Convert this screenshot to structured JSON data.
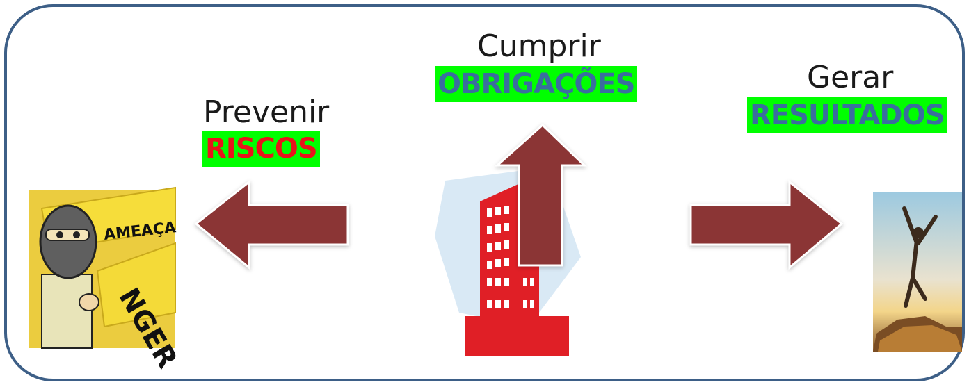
{
  "diagram": {
    "left": {
      "verb": "Prevenir",
      "noun": "RISCOS",
      "image_text": "AMEAÇA",
      "image_text_2": "NGER"
    },
    "center": {
      "verb": "Cumprir",
      "noun": "OBRIGAÇÕES"
    },
    "right": {
      "verb": "Gerar",
      "noun": "RESULTADOS"
    }
  },
  "colors": {
    "frame": "#3d5f87",
    "arrow": "#8b3535",
    "highlight": "#00ff00",
    "riscos_text": "#e8141b",
    "blue_text": "#3a6e9e",
    "building": "#e01f26"
  }
}
